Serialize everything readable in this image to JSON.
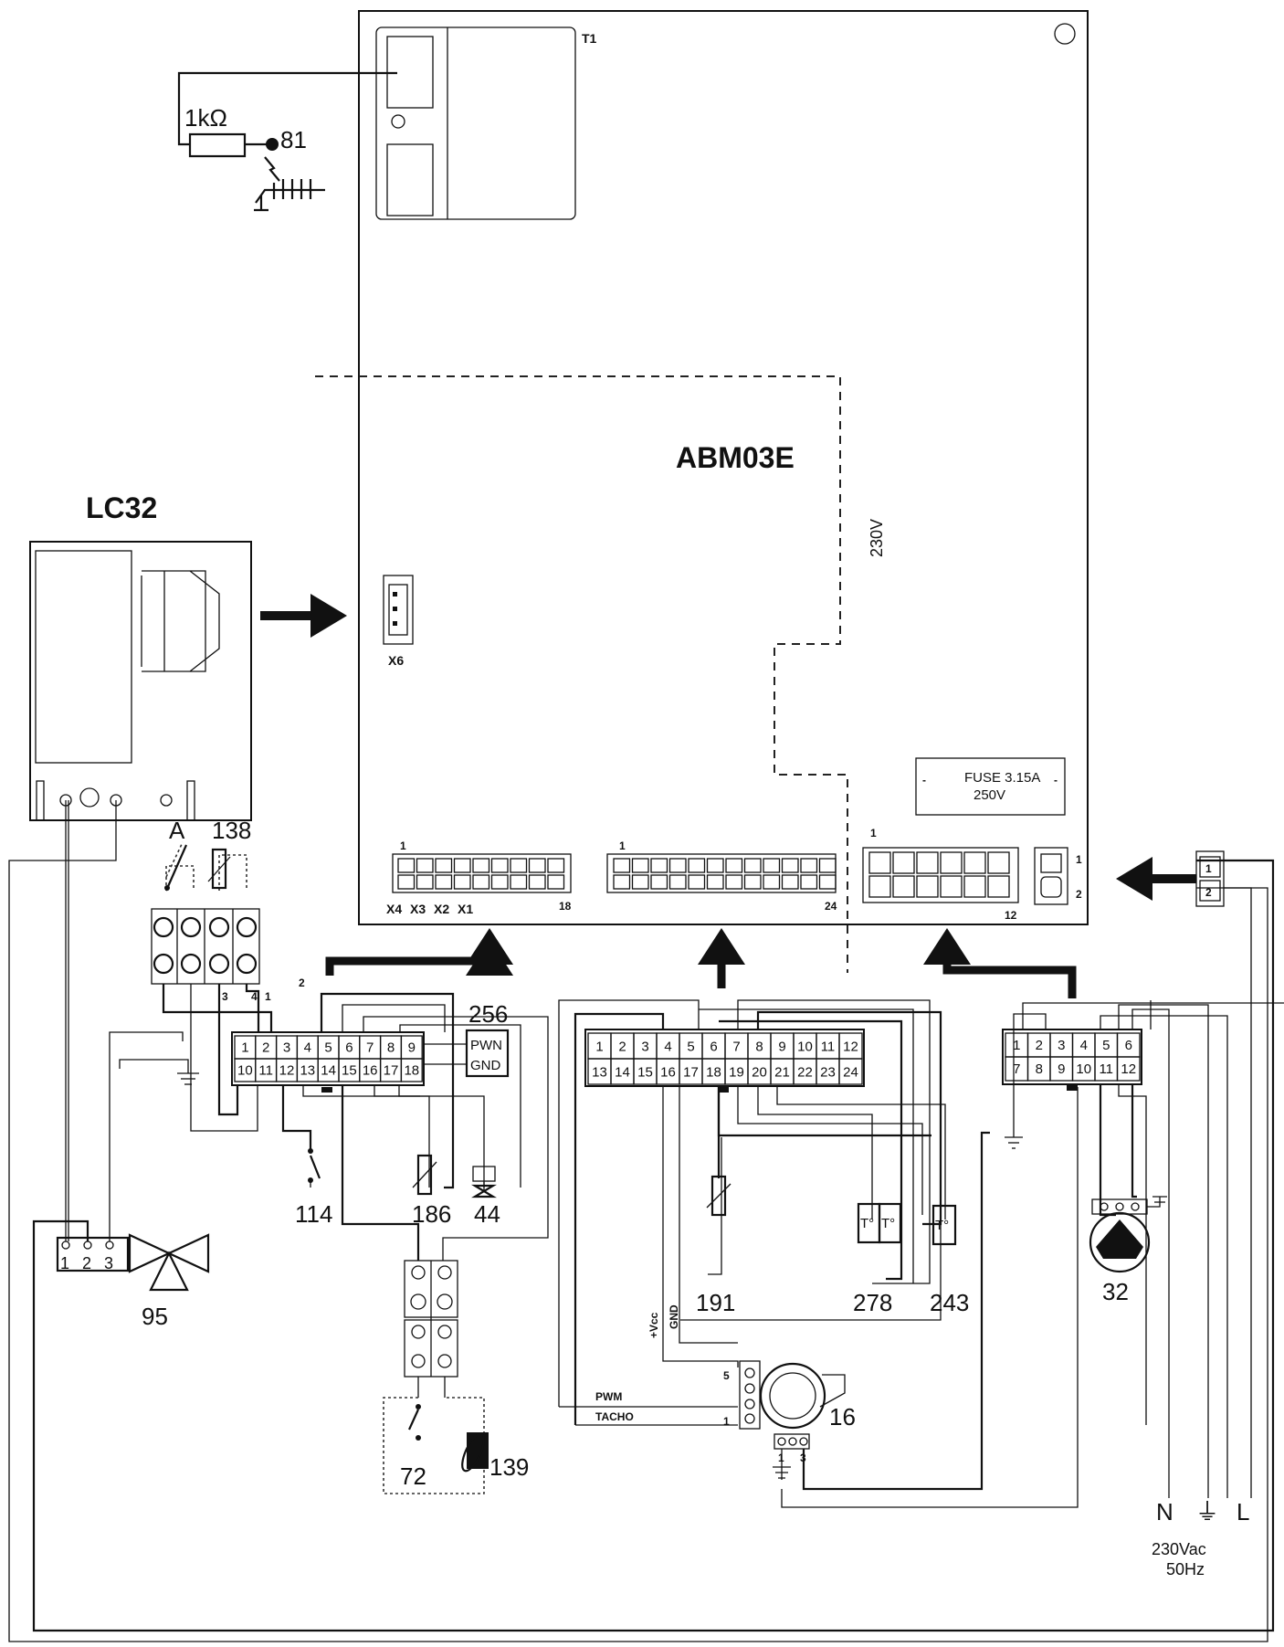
{
  "board": {
    "name": "ABM03E",
    "transformer": "T1",
    "voltage_zone": "230V",
    "fuse_line1": "FUSE 3.15A",
    "fuse_line2": "250V",
    "connector_x6": "X6"
  },
  "module": {
    "name": "LC32"
  },
  "connectors": {
    "left": {
      "first": "1",
      "last": "18",
      "labels": [
        "X4",
        "X3",
        "X2",
        "X1"
      ]
    },
    "middle": {
      "first": "1",
      "last": "24"
    },
    "right": {
      "first": "1",
      "last": "12"
    },
    "right2": {
      "pin1": "1",
      "pin2": "2"
    }
  },
  "terminal_left": {
    "top": [
      "1",
      "2",
      "3",
      "4",
      "5",
      "6",
      "7",
      "8",
      "9"
    ],
    "bottom": [
      "10",
      "11",
      "12",
      "13",
      "14",
      "15",
      "16",
      "17",
      "18"
    ]
  },
  "terminal_middle": {
    "top": [
      "1",
      "2",
      "3",
      "4",
      "5",
      "6",
      "7",
      "8",
      "9",
      "10",
      "11",
      "12"
    ],
    "bottom": [
      "13",
      "14",
      "15",
      "16",
      "17",
      "18",
      "19",
      "20",
      "21",
      "22",
      "23",
      "24"
    ]
  },
  "terminal_right": {
    "top": [
      "1",
      "2",
      "3",
      "4",
      "5",
      "6"
    ],
    "bottom": [
      "7",
      "8",
      "9",
      "10",
      "11",
      "12"
    ]
  },
  "components": {
    "resistor": "1kΩ",
    "electrode": "81",
    "switch_a": "A",
    "sensor_138": "138",
    "c114": "114",
    "c186": "186",
    "c44": "44",
    "c256": "256",
    "pwn": "PWN",
    "gnd": "GND",
    "c95": "95",
    "c72": "72",
    "c139": "139",
    "c191": "191",
    "c278": "278",
    "c243": "243",
    "c16": "16",
    "c32": "32",
    "t_sensor": "T°",
    "vcc": "+Vcc",
    "fan_gnd": "GND",
    "pwm": "PWM",
    "tacho": "TACHO",
    "fan_pin5": "5",
    "fan_pin1": "1",
    "fan_pin_b1": "1",
    "fan_pin_b3": "3",
    "valve_pins": [
      "1",
      "2",
      "3"
    ],
    "block_pins": [
      "3",
      "4",
      "1",
      "2"
    ],
    "plug_pins": [
      "1",
      "2"
    ]
  },
  "mains": {
    "n": "N",
    "earth": "⏚",
    "l": "L",
    "line1": "230Vac",
    "line2": "50Hz"
  }
}
